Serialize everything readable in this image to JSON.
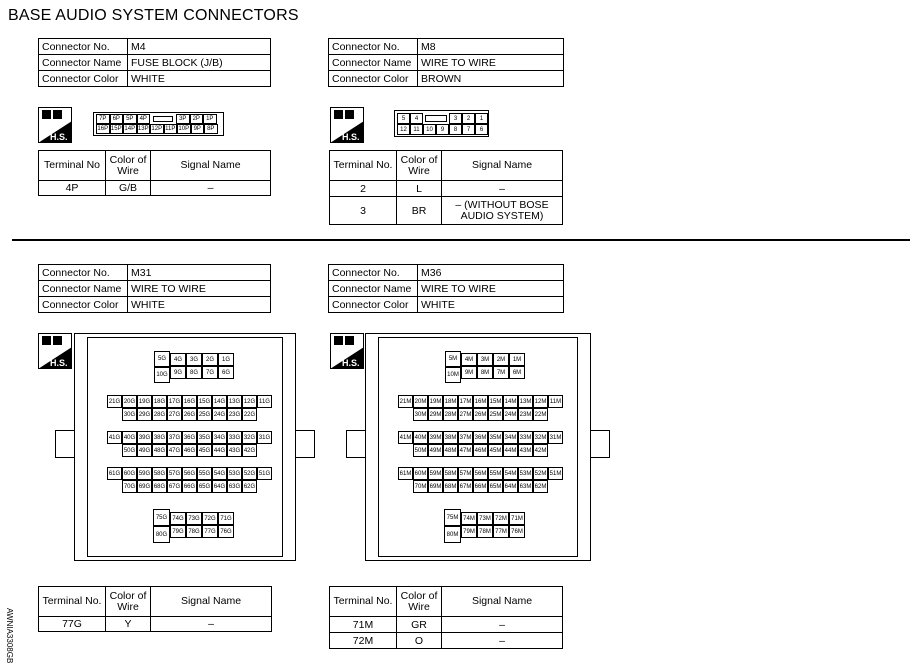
{
  "title": "BASE AUDIO SYSTEM CONNECTORS",
  "labels": {
    "connector_no": "Connector No.",
    "connector_name": "Connector Name",
    "connector_color": "Connector Color",
    "terminal_no": "Terminal No.",
    "terminal_no_m4": "Terminal No",
    "color_of": "Color of",
    "wire": "Wire",
    "signal_name": "Signal Name",
    "hs": "H.S."
  },
  "figure_code": "AWNIA3308GB",
  "connectors": {
    "m4": {
      "no": "M4",
      "name": "FUSE BLOCK (J/B)",
      "color": "WHITE",
      "rows": [
        [
          "4P",
          "G/B",
          "–"
        ]
      ]
    },
    "m8": {
      "no": "M8",
      "name": "WIRE TO WIRE",
      "color": "BROWN",
      "rows": [
        [
          "2",
          "L",
          "–"
        ],
        [
          "3",
          "BR",
          "– (WITHOUT BOSE",
          "AUDIO SYSTEM)"
        ]
      ]
    },
    "m31": {
      "no": "M31",
      "name": "WIRE TO WIRE",
      "color": "WHITE",
      "rows": [
        [
          "77G",
          "Y",
          "–"
        ]
      ]
    },
    "m36": {
      "no": "M36",
      "name": "WIRE TO WIRE",
      "color": "WHITE",
      "rows": [
        [
          "71M",
          "GR",
          "–"
        ],
        [
          "72M",
          "O",
          "–"
        ]
      ]
    }
  },
  "pins": {
    "m4_top": [
      "7P",
      "6P",
      "5P",
      "4P",
      "",
      "3P",
      "2P",
      "1P"
    ],
    "m4_bottom": [
      "16P",
      "15P",
      "14P",
      "13P",
      "12P",
      "11P",
      "10P",
      "9P",
      "8P"
    ],
    "m8_top": [
      "5",
      "4",
      "",
      "3",
      "2",
      "1"
    ],
    "m8_bottom": [
      "12",
      "11",
      "10",
      "9",
      "8",
      "7",
      "6"
    ],
    "m31": [
      [
        "5G",
        "10G"
      ],
      [
        "4G",
        "3G",
        "2G",
        "1G"
      ],
      [
        "9G",
        "8G",
        "7G",
        "6G"
      ],
      [
        "21G",
        "20G",
        "19G",
        "18G",
        "17G",
        "16G",
        "15G",
        "14G",
        "13G",
        "12G",
        "11G"
      ],
      [
        "30G",
        "29G",
        "28G",
        "27G",
        "26G",
        "25G",
        "24G",
        "23G",
        "22G"
      ],
      [
        "41G",
        "40G",
        "39G",
        "38G",
        "37G",
        "36G",
        "35G",
        "34G",
        "33G",
        "32G",
        "31G"
      ],
      [
        "50G",
        "49G",
        "48G",
        "47G",
        "46G",
        "45G",
        "44G",
        "43G",
        "42G"
      ],
      [
        "61G",
        "60G",
        "59G",
        "58G",
        "57G",
        "56G",
        "55G",
        "54G",
        "53G",
        "52G",
        "51G"
      ],
      [
        "70G",
        "69G",
        "68G",
        "67G",
        "66G",
        "65G",
        "64G",
        "63G",
        "62G"
      ],
      [
        "75G",
        "80G"
      ],
      [
        "74G",
        "73G",
        "72G",
        "71G"
      ],
      [
        "79G",
        "78G",
        "77G",
        "76G"
      ]
    ],
    "m36": [
      [
        "5M",
        "10M"
      ],
      [
        "4M",
        "3M",
        "2M",
        "1M"
      ],
      [
        "9M",
        "8M",
        "7M",
        "6M"
      ],
      [
        "21M",
        "20M",
        "19M",
        "18M",
        "17M",
        "16M",
        "15M",
        "14M",
        "13M",
        "12M",
        "11M"
      ],
      [
        "30M",
        "29M",
        "28M",
        "27M",
        "26M",
        "25M",
        "24M",
        "23M",
        "22M"
      ],
      [
        "41M",
        "40M",
        "39M",
        "38M",
        "37M",
        "36M",
        "35M",
        "34M",
        "33M",
        "32M",
        "31M"
      ],
      [
        "50M",
        "49M",
        "48M",
        "47M",
        "46M",
        "45M",
        "44M",
        "43M",
        "42M"
      ],
      [
        "61M",
        "60M",
        "59M",
        "58M",
        "57M",
        "56M",
        "55M",
        "54M",
        "53M",
        "52M",
        "51M"
      ],
      [
        "70M",
        "69M",
        "68M",
        "67M",
        "66M",
        "65M",
        "64M",
        "63M",
        "62M"
      ],
      [
        "75M",
        "80M"
      ],
      [
        "74M",
        "73M",
        "72M",
        "71M"
      ],
      [
        "79M",
        "78M",
        "77M",
        "76M"
      ]
    ]
  }
}
